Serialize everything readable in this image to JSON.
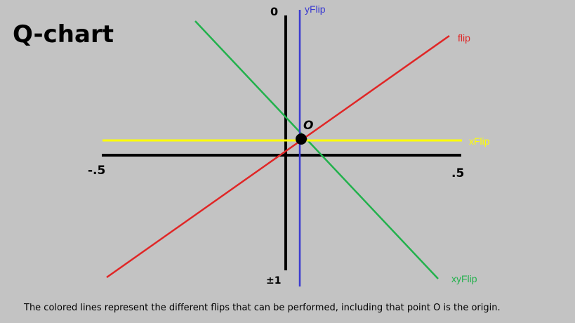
{
  "title": "Q-chart",
  "ticks": {
    "x_min": "-.5",
    "x_max": ".5",
    "y_top": "0",
    "y_bottom": "±1"
  },
  "origin_label": "O",
  "lines": [
    {
      "key": "yflip",
      "label": "yFlip",
      "color": "#3a3ad0"
    },
    {
      "key": "flip",
      "label": "flip",
      "color": "#e02626"
    },
    {
      "key": "xflip",
      "label": "xFlip",
      "color": "#ffff00"
    },
    {
      "key": "xyflip",
      "label": "xyFlip",
      "color": "#22b14c"
    }
  ],
  "axis_color": "#000000",
  "caption": "The colored lines represent the different flips that can be performed, including that point O is the origin."
}
